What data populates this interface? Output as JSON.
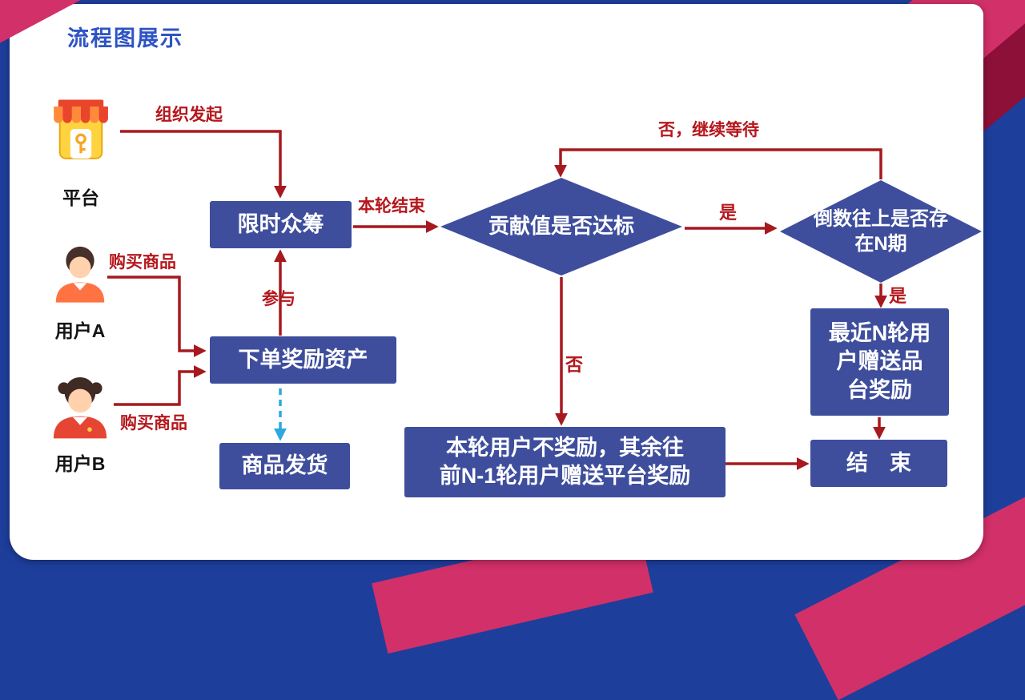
{
  "slide": {
    "title": "流程图展示"
  },
  "actors": {
    "platform": {
      "label": "平台"
    },
    "user_a": {
      "label": "用户A",
      "action_label": "购买商品"
    },
    "user_b": {
      "label": "用户B",
      "action_label": "购买商品"
    }
  },
  "nodes": {
    "limited_crowdfunding": {
      "label": "限时众筹"
    },
    "order_reward_asset": {
      "label": "下单奖励资产"
    },
    "goods_shipping": {
      "label": "商品发货"
    },
    "contribution_check": {
      "label": "贡献值是否达标"
    },
    "n_period_check": {
      "label": "倒数往上是否存\n在N期"
    },
    "recent_n_reward": {
      "label": "最近N轮用\n户赠送品\n台奖励"
    },
    "no_reward_note": {
      "label": "本轮用户不奖励，其余往\n前N-1轮用户赠送平台奖励"
    },
    "end": {
      "label": "结　束"
    }
  },
  "edge_labels": {
    "initiate": "组织发起",
    "participate": "参与",
    "round_end": "本轮结束",
    "yes_to_n_check": "是",
    "no_keep_waiting": "否，继续等待",
    "yes_to_reward": "是",
    "no_to_note": "否"
  },
  "icons": {
    "store": "store-icon",
    "user_a": "user-avatar-icon",
    "user_b": "user-avatar-icon"
  },
  "colors": {
    "frame_blue": "#1e3e9c",
    "accent_pink": "#d23069",
    "accent_maroon": "#8c1038",
    "node_fill": "#3e4e9d",
    "node_text": "#ffffff",
    "arrow_red": "#a6191f",
    "label_red": "#b5171c",
    "dashed_blue": "#2ba9df",
    "title_blue": "#2d53c5",
    "card_white": "#ffffff"
  }
}
